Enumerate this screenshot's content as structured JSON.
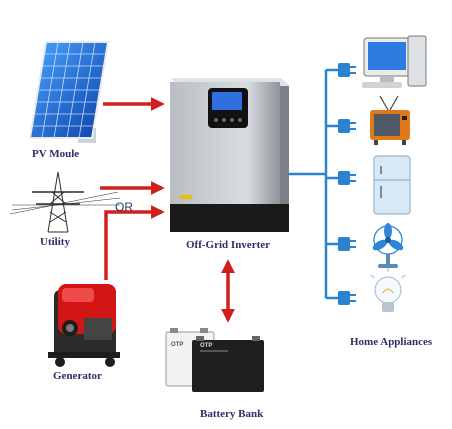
{
  "labels": {
    "pv": "PV Moule",
    "utility": "Utility",
    "generator": "Generator",
    "inverter": "Off-Grid Inverter",
    "battery": "Battery Bank",
    "appliances": "Home Appliances",
    "or": "OR"
  },
  "battery_brand": "OTP",
  "icons": [
    "solar-panel-icon",
    "power-tower-icon",
    "generator-icon",
    "inverter-icon",
    "battery-icon",
    "computer-icon",
    "tv-icon",
    "fridge-icon",
    "fan-icon",
    "bulb-icon",
    "plug-icon"
  ],
  "colors": {
    "arrow": "#d11f1f",
    "blue_bus": "#2a82d0",
    "label": "#2b2f66"
  }
}
